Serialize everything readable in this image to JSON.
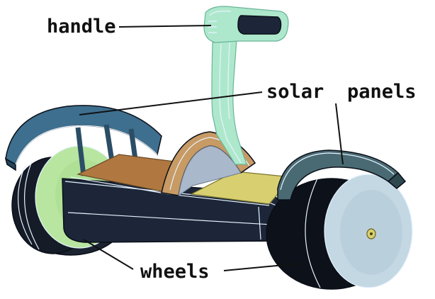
{
  "labels": {
    "handle": "handle",
    "solar": "solar",
    "panels": "panels",
    "wheels": "wheels"
  },
  "colors": {
    "wheel_green": "#b8e6a0",
    "tire_dark": "#1b2230",
    "hub_right": "#c4d8e4",
    "fender": "#3e6f8f",
    "fender_right": "#4a6a73",
    "base": "#1c2638",
    "deck_left": "#b07840",
    "deck_right": "#d8d070",
    "stem": "#aee8cc",
    "arch": "#c89a64"
  },
  "icons": [
    "handle-icon",
    "wheel-icon",
    "solar-panel-icon",
    "stem-icon"
  ]
}
